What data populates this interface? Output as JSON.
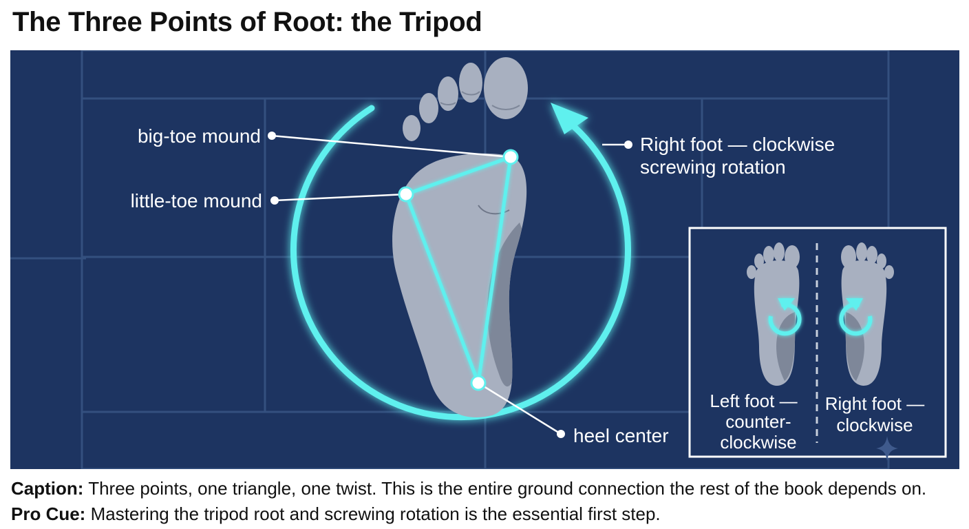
{
  "title": "The Three Points of Root: the Tripod",
  "labels": {
    "big_toe": "big-toe mound",
    "little_toe": "little-toe mound",
    "heel": "heel center",
    "rotation_line1": "Right foot — clockwise",
    "rotation_line2": "screwing rotation"
  },
  "inset": {
    "left_line1": "Left foot —",
    "left_line2": "counter-",
    "left_line3": "clockwise",
    "right_line1": "Right foot —",
    "right_line2": "clockwise"
  },
  "caption": {
    "label": "Caption:",
    "text": "Three points, one triangle, one twist. This is the entire ground connection the rest of the book depends on."
  },
  "pro_cue": {
    "label": "Pro Cue:",
    "text": "Mastering the tripod root and screwing rotation is the essential first step."
  },
  "colors": {
    "background": "#1d3461",
    "grid": "#34507f",
    "accent": "#5ff0ee",
    "foot": "#a8b0c0",
    "foot_shadow": "#7e8799",
    "text_light": "#ffffff"
  }
}
